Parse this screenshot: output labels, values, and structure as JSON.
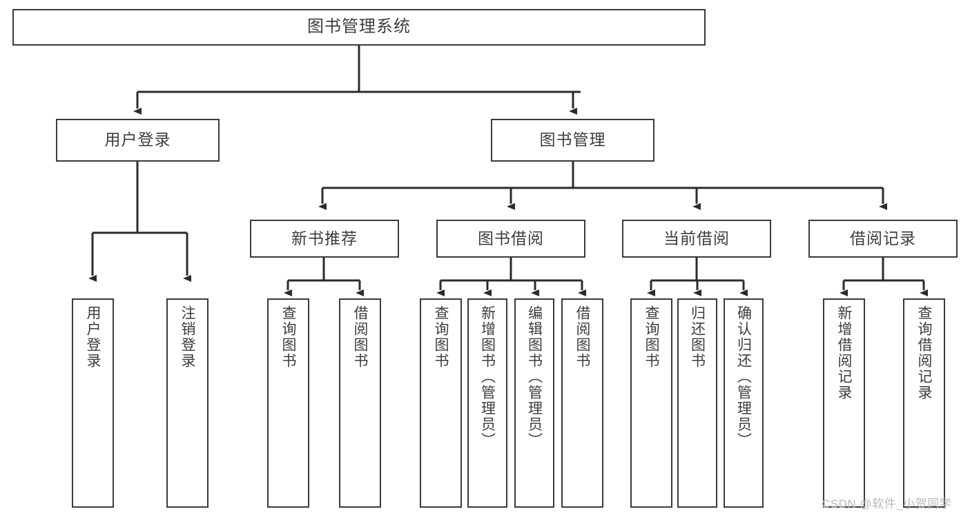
{
  "diagram": {
    "title": "图书管理系统",
    "type": "tree-hierarchy-chart",
    "root": {
      "label": "图书管理系统"
    },
    "level1": [
      {
        "label": "用户登录"
      },
      {
        "label": "图书管理"
      }
    ],
    "level2": [
      {
        "label": "新书推荐"
      },
      {
        "label": "图书借阅"
      },
      {
        "label": "当前借阅"
      },
      {
        "label": "借阅记录"
      }
    ],
    "leaves": {
      "user_login": [
        {
          "label": "用户登录"
        },
        {
          "label": "注销登录"
        }
      ],
      "new_book_recommend": [
        {
          "label": "查询图书"
        },
        {
          "label": "借阅图书"
        }
      ],
      "book_borrow": [
        {
          "label": "查询图书"
        },
        {
          "label": "新增图书（管理员）"
        },
        {
          "label": "编辑图书（管理员）"
        },
        {
          "label": "借阅图书"
        }
      ],
      "current_borrow": [
        {
          "label": "查询图书"
        },
        {
          "label": "归还图书"
        },
        {
          "label": "确认归还（管理员）"
        }
      ],
      "borrow_record": [
        {
          "label": "新增借阅记录"
        },
        {
          "label": "查询借阅记录"
        }
      ]
    }
  },
  "watermark": {
    "text": "CSDN @软件_小贺同学"
  },
  "colors": {
    "box_border": "#3a3a3a",
    "text": "#3d3d3d",
    "edge": "#2b2b2b",
    "background": "#ffffff",
    "watermark": "#b9b9b9"
  }
}
